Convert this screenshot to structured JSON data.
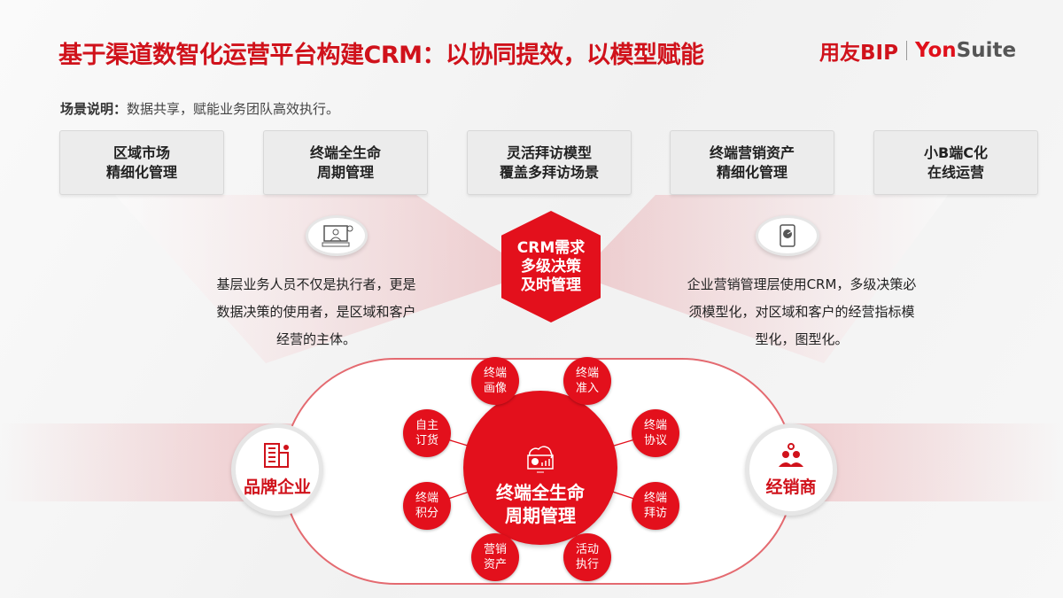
{
  "header": {
    "title": "基于渠道数智化运营平台构建CRM：以协同提效，以模型赋能",
    "logo": {
      "part1": "用友BIP",
      "part2a": "Yon",
      "part2b": "Suite"
    }
  },
  "scene": {
    "label": "场景说明：",
    "text": "数据共享，赋能业务团队高效执行。"
  },
  "features": [
    {
      "line1": "区域市场",
      "line2": "精细化管理"
    },
    {
      "line1": "终端全生命",
      "line2": "周期管理"
    },
    {
      "line1": "灵活拜访模型",
      "line2": "覆盖多拜访场景"
    },
    {
      "line1": "终端营销资产",
      "line2": "精细化管理"
    },
    {
      "line1": "小B端C化",
      "line2": "在线运营"
    }
  ],
  "center_hex": {
    "line1": "CRM需求",
    "line2": "多级决策",
    "line3": "及时管理"
  },
  "left_desc": [
    "基层业务人员不仅是执行者，更是",
    "数据决策的使用者，是区域和客户",
    "经营的主体。"
  ],
  "right_desc": [
    "企业营销管理层使用CRM，多级决策必",
    "须模型化，对区域和客户的经营指标模",
    "型化，图型化。"
  ],
  "hub": {
    "line1": "终端全生命",
    "line2": "周期管理"
  },
  "nodes": [
    {
      "l1": "终端",
      "l2": "画像"
    },
    {
      "l1": "终端",
      "l2": "准入"
    },
    {
      "l1": "自主",
      "l2": "订货"
    },
    {
      "l1": "终端",
      "l2": "协议"
    },
    {
      "l1": "终端",
      "l2": "积分"
    },
    {
      "l1": "终端",
      "l2": "拜访"
    },
    {
      "l1": "营销",
      "l2": "资产"
    },
    {
      "l1": "活动",
      "l2": "执行"
    }
  ],
  "parties": {
    "left": "品牌企业",
    "right": "经销商"
  },
  "colors": {
    "accent": "#e3101c",
    "title": "#d0121b"
  }
}
